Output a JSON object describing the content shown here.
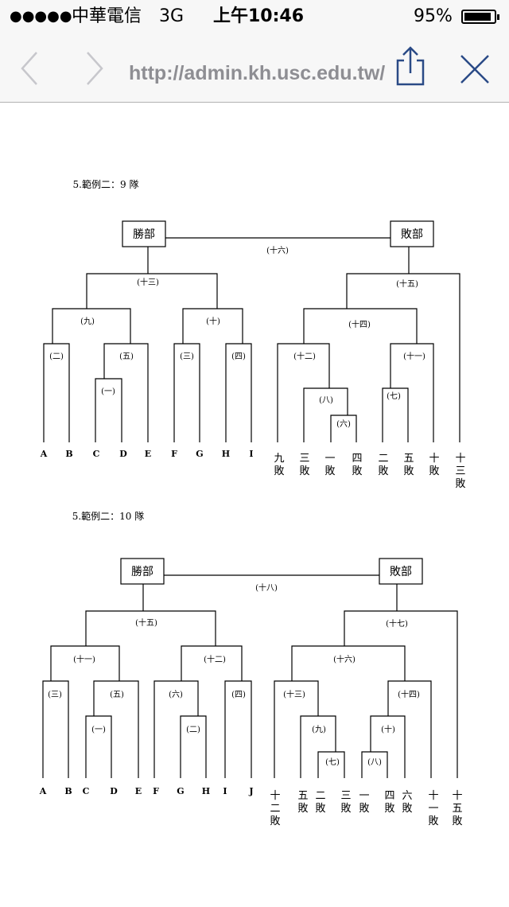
{
  "status_bar": {
    "signal": "●●●●●",
    "carrier": "中華電信",
    "network": "3G",
    "time": "上午10:46",
    "battery_percent": "95%"
  },
  "browser": {
    "url": "http://admin.kh.usc.edu.tw/",
    "icons": [
      "back-chevron-icon",
      "forward-chevron-icon",
      "share-icon",
      "close-icon"
    ]
  },
  "document": {
    "bracket_9": {
      "caption": "5.範例二：9 隊",
      "winners_label": "勝部",
      "losers_label": "敗部",
      "match_labels": [
        "(十六)",
        "(十三)",
        "(十五)",
        "(九)",
        "(十)",
        "(十四)",
        "(二)",
        "(五)",
        "(三)",
        "(四)",
        "(十二)",
        "(十一)",
        "(一)",
        "(八)",
        "(七)",
        "(六)"
      ],
      "winners_teams": [
        "A",
        "B",
        "C",
        "D",
        "E",
        "F",
        "G",
        "H",
        "I"
      ],
      "losers_entries": [
        [
          "九",
          "敗"
        ],
        [
          "三",
          "敗"
        ],
        [
          "一",
          "敗"
        ],
        [
          "四",
          "敗"
        ],
        [
          "二",
          "敗"
        ],
        [
          "五",
          "敗"
        ],
        [
          "十",
          "敗"
        ],
        [
          "十",
          "三",
          "敗"
        ]
      ]
    },
    "bracket_10": {
      "caption": "5.範例二：10 隊",
      "winners_label": "勝部",
      "losers_label": "敗部",
      "match_labels": [
        "(十八)",
        "(十五)",
        "(十七)",
        "(十一)",
        "(十二)",
        "(十六)",
        "(三)",
        "(五)",
        "(六)",
        "(四)",
        "(十三)",
        "(十四)",
        "(一)",
        "(二)",
        "(九)",
        "(十)",
        "(七)",
        "(八)"
      ],
      "winners_teams": [
        "A",
        "B",
        "C",
        "D",
        "E",
        "F",
        "G",
        "H",
        "I",
        "J"
      ],
      "losers_entries": [
        [
          "十",
          "二",
          "敗"
        ],
        [
          "五",
          "敗"
        ],
        [
          "二",
          "敗"
        ],
        [
          "三",
          "敗"
        ],
        [
          "一",
          "敗"
        ],
        [
          "四",
          "敗"
        ],
        [
          "六",
          "敗"
        ],
        [
          "十",
          "一",
          "敗"
        ],
        [
          "十",
          "五",
          "敗"
        ]
      ]
    }
  },
  "colors": {
    "toolbar_bg": "#f7f7f7",
    "toolbar_border": "#b2b2b2",
    "nav_disabled": "#c7c7cc",
    "nav_active": "#2a4a86",
    "url_text": "#8e8e93",
    "line": "#000000"
  }
}
